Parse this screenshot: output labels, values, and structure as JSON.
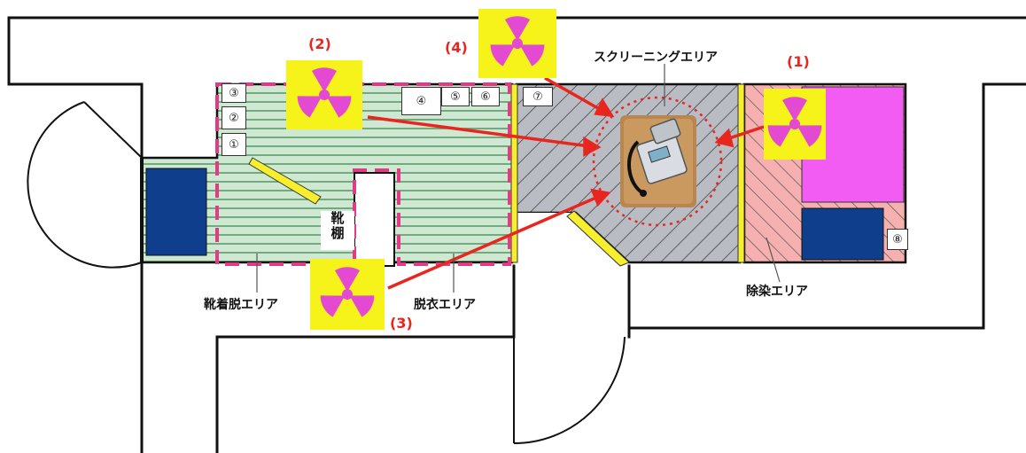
{
  "areas": {
    "screening": "スクリーニングエリア",
    "decon": "除染エリア",
    "shoe_change": "靴着脱エリア",
    "undress": "脱衣エリア",
    "shoe_shelf_line1": "靴",
    "shoe_shelf_line2": "棚"
  },
  "points": [
    {
      "id": "p1",
      "label": "(1)"
    },
    {
      "id": "p2",
      "label": "(2)"
    },
    {
      "id": "p3",
      "label": "(3)"
    },
    {
      "id": "p4",
      "label": "(4)"
    }
  ],
  "items": [
    "①",
    "②",
    "③",
    "④",
    "⑤",
    "⑥",
    "⑦",
    "⑧"
  ],
  "colors": {
    "accent_red": "#e8261f",
    "dashed_pink": "#e43a86",
    "green_fill": "#cfe8d2",
    "green_stripe": "#5a9a6a",
    "gray_fill": "#b9bcc2",
    "pink_fill": "#f6b0b0",
    "magenta": "#f25cf2",
    "navy": "#0f3f8c",
    "yellow": "#f7ee2e",
    "radiation_bg": "#f6f31a",
    "radiation_symbol": "#e34ad1"
  },
  "icons": {
    "radiation": "radiation-trefoil-icon",
    "detector": "survey-meter-icon"
  }
}
